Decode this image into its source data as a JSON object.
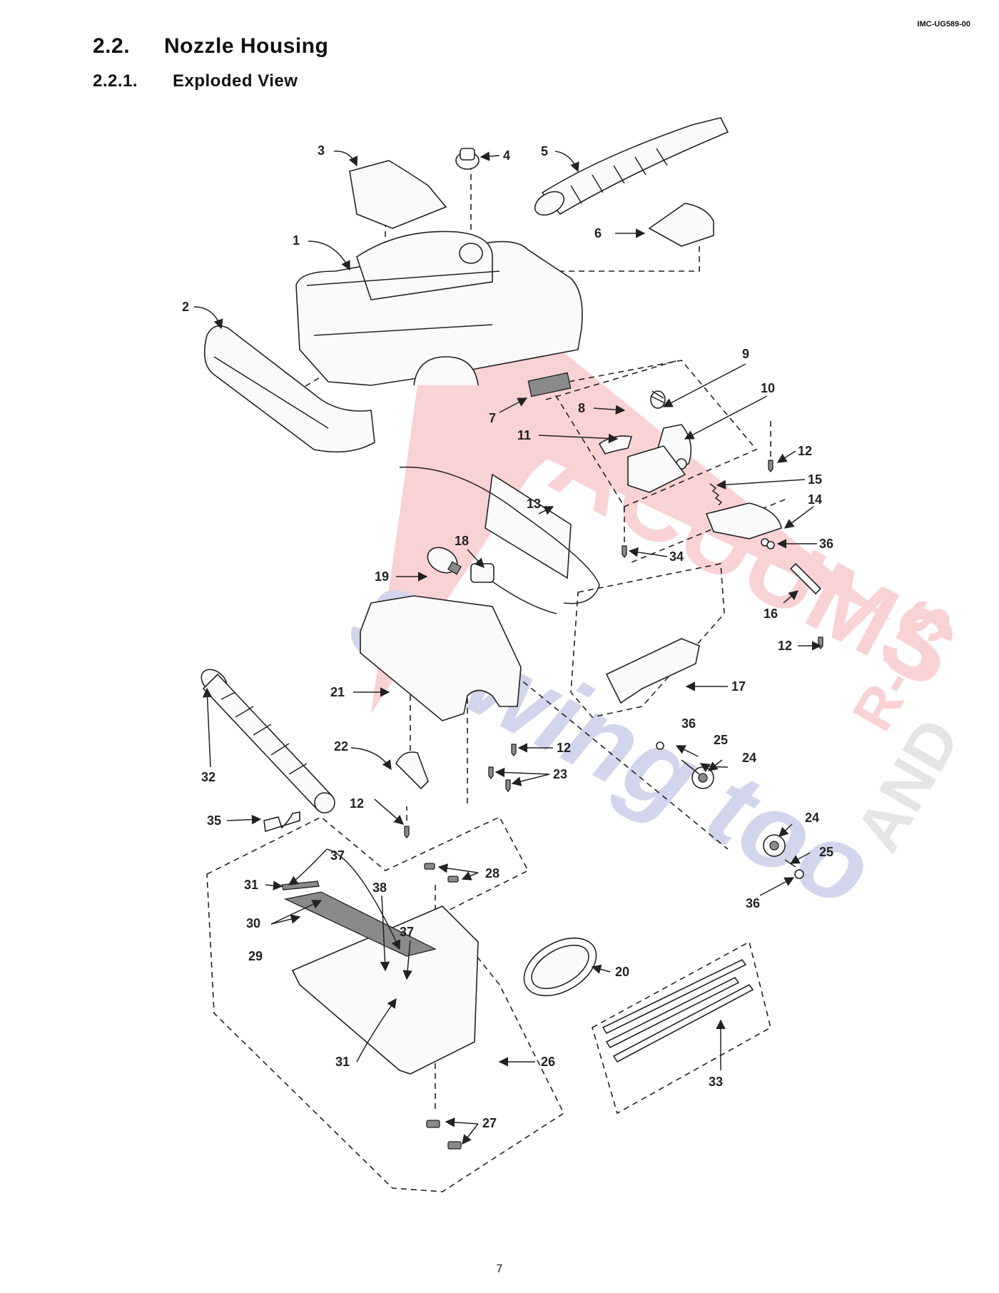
{
  "doc_code": "IMC-UG589-00",
  "section": {
    "number": "2.2.",
    "title": "Nozzle Housing"
  },
  "subsection": {
    "number": "2.2.1.",
    "title": "Exploded View"
  },
  "page_number": "7",
  "watermark": {
    "line1": "VACUUMS",
    "line2": "R-US",
    "line3": "AND",
    "line4": "Sewing too"
  },
  "colors": {
    "watermark_red": "#e2323c",
    "watermark_blue": "#3a3fa8",
    "watermark_gray": "#8a8a8a"
  },
  "labels": {
    "l1": "1",
    "l2": "2",
    "l3": "3",
    "l4": "4",
    "l5": "5",
    "l6": "6",
    "l7": "7",
    "l8": "8",
    "l9": "9",
    "l10": "10",
    "l11": "11",
    "l12a": "12",
    "l12b": "12",
    "l12c": "12",
    "l12d": "12",
    "l13": "13",
    "l14": "14",
    "l15": "15",
    "l16": "16",
    "l17": "17",
    "l18": "18",
    "l19": "19",
    "l20": "20",
    "l21": "21",
    "l22": "22",
    "l23": "23",
    "l24a": "24",
    "l24b": "24",
    "l25a": "25",
    "l25b": "25",
    "l26": "26",
    "l27": "27",
    "l28": "28",
    "l29": "29",
    "l30": "30",
    "l31a": "31",
    "l31b": "31",
    "l32": "32",
    "l33": "33",
    "l34": "34",
    "l35": "35",
    "l36a": "36",
    "l36b": "36",
    "l36c": "36",
    "l37a": "37",
    "l37b": "37",
    "l38": "38"
  }
}
